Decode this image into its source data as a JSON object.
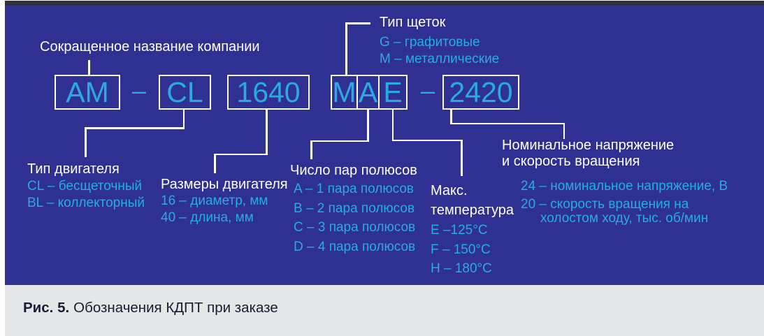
{
  "colors": {
    "panel": "#2e3191",
    "top_bar": "#30303c",
    "cyan": "#29abe2",
    "line": "#ffffff",
    "caption_bg": "#e5e6e8"
  },
  "code": {
    "company": "AM",
    "dash1": "–",
    "motor_type": "CL",
    "dimensions": "1640",
    "brush": "M",
    "poles": "A",
    "temperature": "E",
    "dash2": "–",
    "voltage_speed": "2420"
  },
  "annotations": {
    "company": {
      "title": "Сокращенное название компании"
    },
    "brush": {
      "title": "Тип щеток",
      "items": [
        "G – графитовые",
        "M – металлические"
      ]
    },
    "motor_type": {
      "title": "Тип двигателя",
      "items": [
        "CL – бесщеточный",
        "BL – коллекторный"
      ]
    },
    "dimensions": {
      "title": "Размеры двигателя",
      "items": [
        "16 – диаметр, мм",
        "40 – длина, мм"
      ]
    },
    "poles": {
      "title": "Число пар полюсов",
      "items": [
        "A – 1 пара полюсов",
        "B – 2 пара полюсов",
        "C – 3 пара полюсов",
        "D – 4 пара полюсов"
      ]
    },
    "temperature": {
      "title_line1": "Макс.",
      "title_line2": "температура",
      "items": [
        "E –125°C",
        "F – 150°C",
        "H – 180°C"
      ]
    },
    "voltage": {
      "title_line1": "Номинальное напряжение",
      "title_line2": "и скорость вращения",
      "items": [
        "24 – номинальное напряжение, В",
        "20 – скорость вращения на",
        "холостом ходу, тыс. об/мин"
      ]
    }
  },
  "caption": {
    "label": "Рис. 5.",
    "text": "Обозначения КДПТ при заказе"
  }
}
